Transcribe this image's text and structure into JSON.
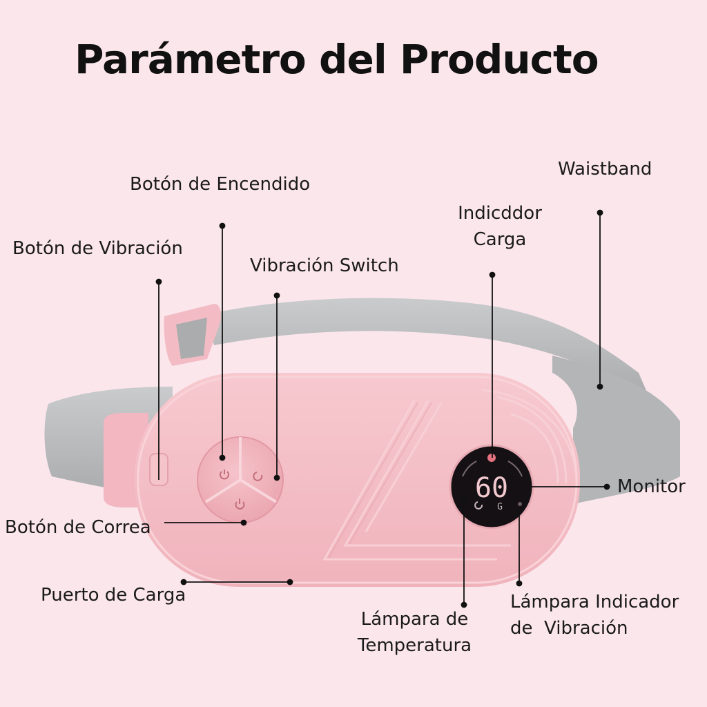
{
  "title": "Parámetro del Producto",
  "display": {
    "reading": "60",
    "unit": "G"
  },
  "colors": {
    "background": "#fbe6ec",
    "device_body": "#f4bcc4",
    "strap": "#b7b9bb",
    "screen": "#141014",
    "digits": "#f2c9cf"
  },
  "labels": {
    "power_button": "Botón de Encendido",
    "vibration_button": "Botón de Vibración",
    "vibration_switch": "Vibración Switch",
    "charge_indicator_line1": "Indicddor",
    "charge_indicator_line2": "Carga",
    "waistband": "Waistband",
    "monitor": "Monitor",
    "strap_button": "Botón de Correa",
    "charging_port": "Puerto de Carga",
    "temp_lamp_line1": "Lámpara de",
    "temp_lamp_line2": "Temperatura",
    "vib_lamp_line1": "Lámpara Indicador",
    "vib_lamp_line2": "de  Vibración"
  },
  "icons": [
    "power-icon",
    "vibration-icon",
    "strap-icon",
    "temperature-icon"
  ]
}
